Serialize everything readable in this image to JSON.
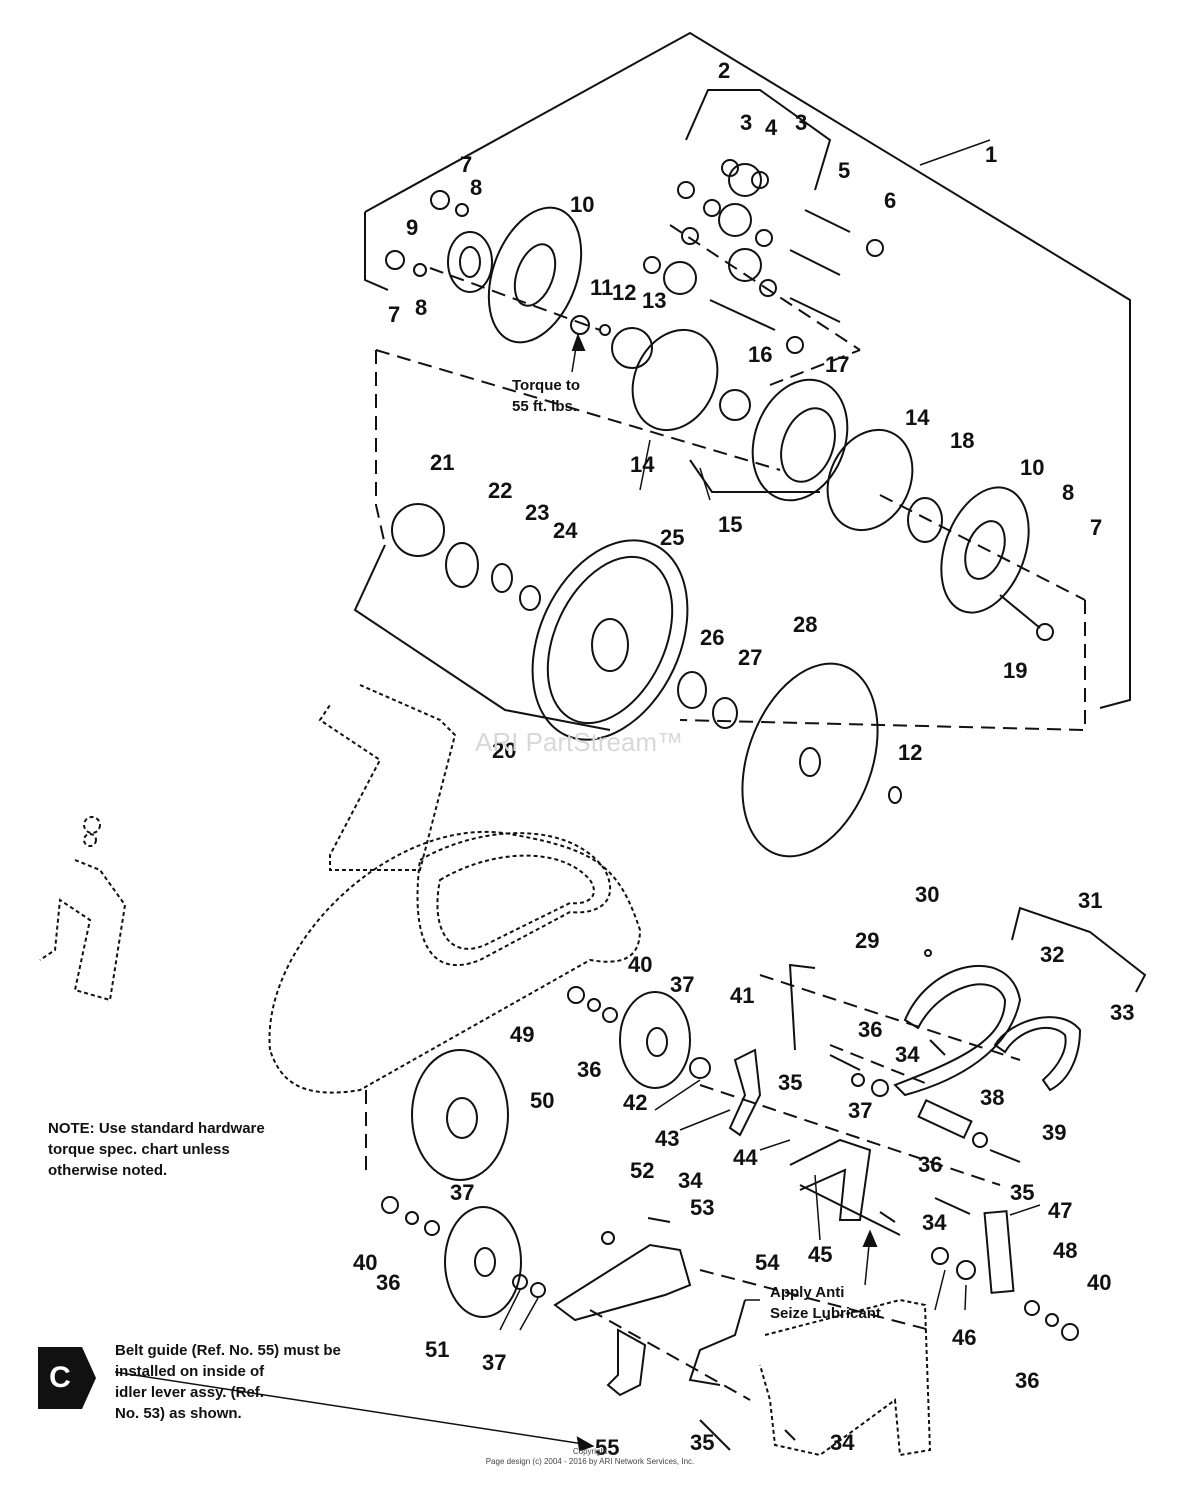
{
  "diagram": {
    "callouts": [
      "1",
      "2",
      "3",
      "4",
      "3",
      "5",
      "6",
      "7",
      "8",
      "9",
      "10",
      "7",
      "8",
      "11",
      "12",
      "13",
      "16",
      "17",
      "14",
      "14",
      "18",
      "10",
      "15",
      "8",
      "7",
      "21",
      "22",
      "23",
      "24",
      "25",
      "26",
      "27",
      "28",
      "19",
      "12",
      "20",
      "30",
      "31",
      "29",
      "32",
      "40",
      "37",
      "41",
      "33",
      "49",
      "36",
      "34",
      "36",
      "35",
      "37",
      "42",
      "38",
      "50",
      "43",
      "44",
      "39",
      "36",
      "52",
      "34",
      "35",
      "53",
      "47",
      "34",
      "45",
      "37",
      "54",
      "40",
      "36",
      "48",
      "40",
      "46",
      "51",
      "37",
      "36",
      "55",
      "35",
      "34"
    ]
  },
  "notes": {
    "torque": [
      "Torque to",
      "55 ft. lbs."
    ],
    "lubricant": [
      "Apply Anti",
      "Seize Lubricant"
    ],
    "hardware": [
      "NOTE: Use standard hardware",
      "torque spec. chart unless",
      "otherwise noted."
    ],
    "belt_guide": [
      "Belt guide (Ref. No. 55) must be",
      "installed on inside of",
      "idler lever assy. (Ref.",
      "No. 53) as shown."
    ]
  },
  "badge": {
    "letter": "C",
    "color": "#111111"
  },
  "watermark": {
    "text": "ARI PartStream™"
  },
  "footer": {
    "line1": "Copyright",
    "line2": "Page design (c) 2004 - 2016 by ARI Network Services, Inc."
  }
}
